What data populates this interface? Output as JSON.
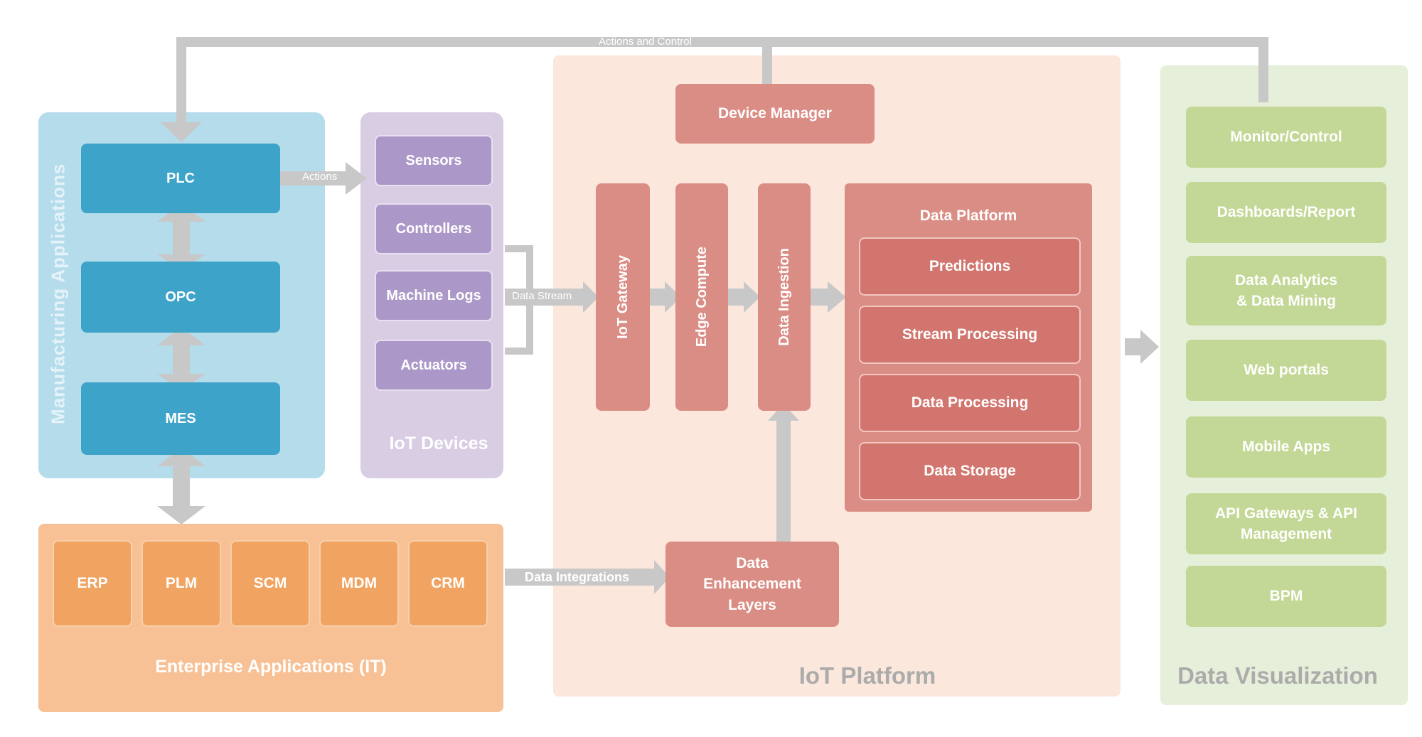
{
  "top_loop": {
    "label": "Actions and Control"
  },
  "manufacturing": {
    "title": "Manufacturing Applications",
    "items": [
      "PLC",
      "OPC",
      "MES"
    ],
    "actions_label": "Actions"
  },
  "iot_devices": {
    "title": "IoT Devices",
    "items": [
      "Sensors",
      "Controllers",
      "Machine Logs",
      "Actuators"
    ],
    "stream_label": "Data Stream"
  },
  "enterprise": {
    "title": "Enterprise Applications (IT)",
    "items": [
      "ERP",
      "PLM",
      "SCM",
      "MDM",
      "CRM"
    ],
    "integrations_label": "Data Integrations"
  },
  "iot_platform": {
    "title": "IoT Platform",
    "device_manager": "Device Manager",
    "stages": [
      "IoT Gateway",
      "Edge Compute",
      "Data Ingestion"
    ],
    "data_platform": {
      "title": "Data Platform",
      "items": [
        "Predictions",
        "Stream Processing",
        "Data Processing",
        "Data Storage"
      ]
    },
    "enhancement": "Data Enhancement Layers"
  },
  "visualization": {
    "title": "Data Visualization",
    "items": [
      "Monitor/Control",
      "Dashboards/Report",
      "Data Analytics & Data Mining",
      "Web portals",
      "Mobile Apps",
      "API Gateways & API Management",
      "BPM"
    ]
  },
  "colors": {
    "manufacturing_panel": "#b5dceb",
    "manufacturing_box": "#3ea3c8",
    "iot_devices_panel": "#d8cde3",
    "iot_devices_box": "#ab98c8",
    "enterprise_panel": "#f7c195",
    "enterprise_box": "#f1a461",
    "iot_platform_panel": "#fbe7db",
    "iot_platform_box": "#da8d84",
    "data_platform_item": "#d1756e",
    "visualization_panel": "#e6efd9",
    "visualization_box": "#c3d896",
    "arrow": "#c8c8c8"
  }
}
